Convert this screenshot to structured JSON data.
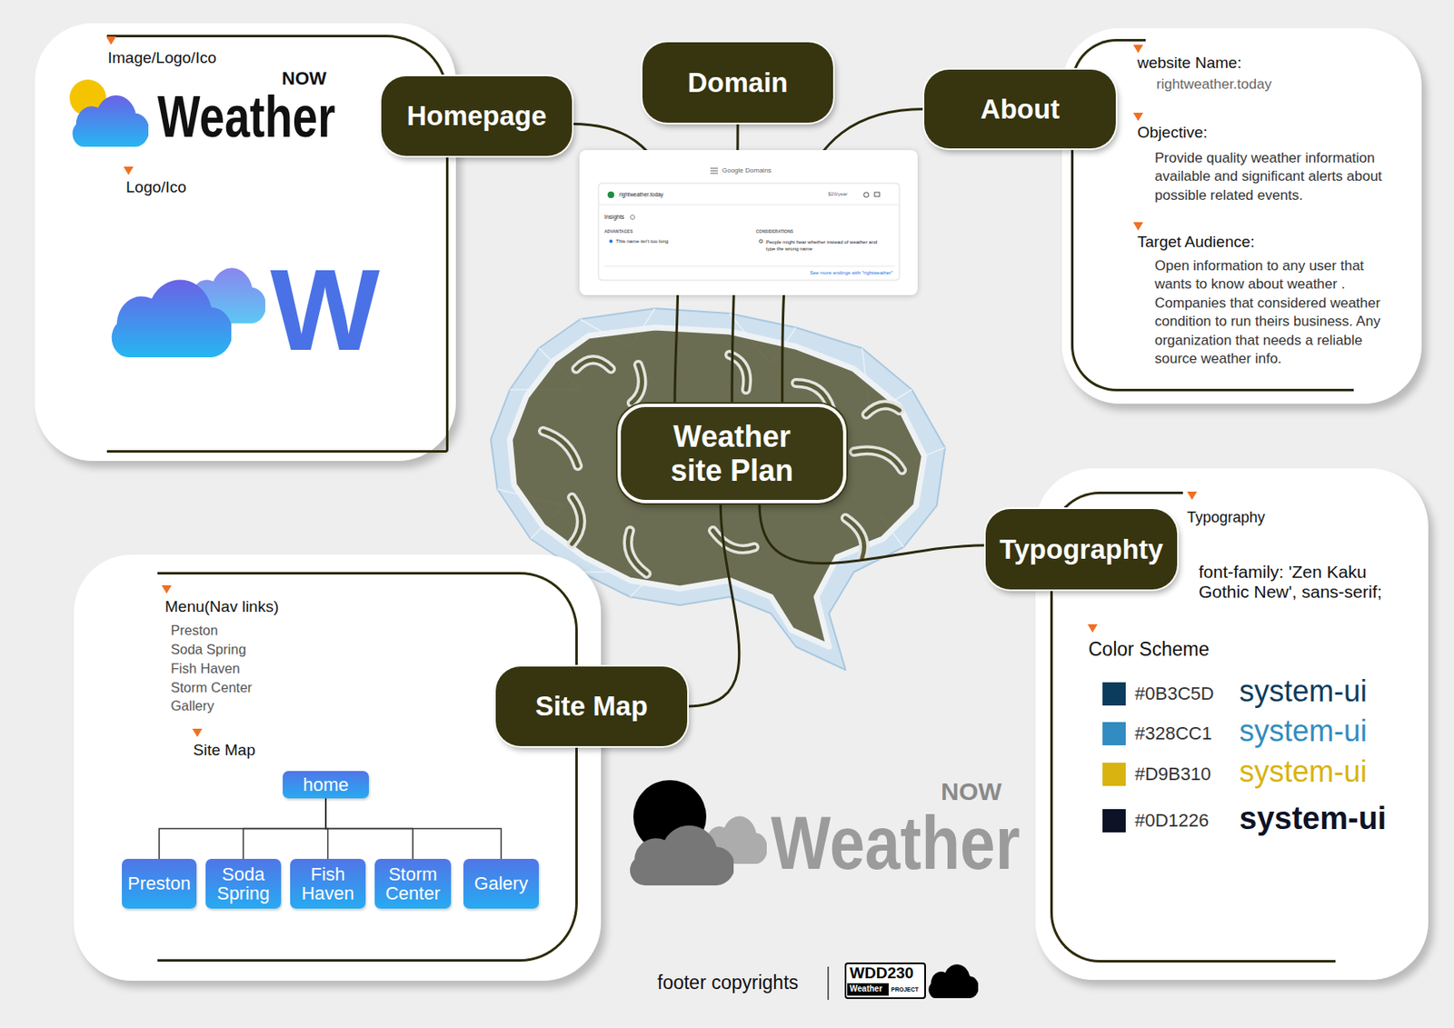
{
  "diagram": {
    "nodes": [
      {
        "text": [
          "Image/Logo/Ico",
          "Logo/Ico"
        ]
      },
      {
        "text": [
          "Homepage"
        ]
      },
      {
        "text": [
          "Domain"
        ]
      },
      {
        "text": [
          "Google Domains",
          "rightweather.today",
          "$20/year",
          "Insights",
          "ADVANTAGES",
          "This name isn't too long",
          "CONSIDERATIONS",
          "People might hear whether instead of weather and type the wrong name",
          "See more endings with \"rightweather\""
        ]
      },
      {
        "text": [
          "About"
        ]
      },
      {
        "text": [
          "website Name:",
          "rightweather.today",
          "Objective:",
          "Provide quality weather information available and significant alerts about possible related events.",
          "Target Audience:",
          "Open information to any user that wants to know about weather . Companies that considered weather condition to run theirs business. Any organization that needs a reliable source weather info."
        ]
      },
      {
        "text": [
          "Weather site Plan"
        ]
      },
      {
        "text": [
          "Typographty"
        ]
      },
      {
        "text": [
          "Typography",
          "font-family: 'Zen Kaku Gothic New', sans-serif;",
          "Color Scheme"
        ]
      },
      {
        "text": [
          "Site Map"
        ]
      },
      {
        "text": [
          "Menu(Nav links)",
          "Preston",
          "Soda Spring",
          "Fish Haven",
          "Storm Center",
          "Gallery",
          "Site Map"
        ]
      },
      {
        "text": [
          "home"
        ],
        "in": 10
      },
      {
        "text": [
          "Preston"
        ],
        "in": 10
      },
      {
        "text": [
          "Soda Spring"
        ],
        "in": 10
      },
      {
        "text": [
          "Fish Haven"
        ],
        "in": 10
      },
      {
        "text": [
          "Storm Center"
        ],
        "in": 10
      },
      {
        "text": [
          "Galery"
        ],
        "in": 10
      }
    ],
    "edges": [
      {
        "from": 6,
        "to": 1,
        "arrow": "none"
      },
      {
        "from": 6,
        "to": 2,
        "arrow": "none"
      },
      {
        "from": 6,
        "to": 4,
        "arrow": "none"
      },
      {
        "from": 6,
        "to": 7,
        "arrow": "none"
      },
      {
        "from": 6,
        "to": 9,
        "arrow": "none"
      },
      {
        "from": 11,
        "to": 12,
        "arrow": "none"
      },
      {
        "from": 11,
        "to": 13,
        "arrow": "none"
      },
      {
        "from": 11,
        "to": 14,
        "arrow": "none"
      },
      {
        "from": 11,
        "to": 15,
        "arrow": "none"
      },
      {
        "from": 11,
        "to": 16,
        "arrow": "none"
      }
    ],
    "labels": [
      "NOW",
      "Weather",
      "W",
      "system-ui",
      "system-ui",
      "system-ui",
      "system-ui",
      "NOW",
      "Weather",
      "footer copyrights",
      "WDD230",
      "Weather",
      "PROJECT"
    ],
    "legend": [
      {
        "text": "#0B3C5D",
        "color": "#0B3C5D"
      },
      {
        "text": "#328CC1",
        "color": "#328CC1"
      },
      {
        "text": "#D9B310",
        "color": "#D9B310"
      },
      {
        "text": "#0D1226",
        "color": "#0D1226"
      }
    ]
  }
}
